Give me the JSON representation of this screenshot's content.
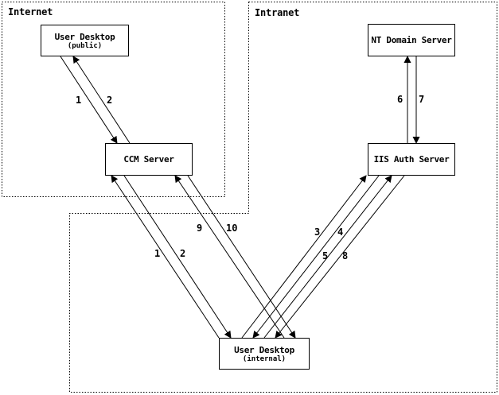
{
  "colors": {
    "ink": "#000000",
    "background": "#ffffff"
  },
  "zones": {
    "internet": "Internet",
    "intranet": "Intranet"
  },
  "nodes": {
    "user_desktop_public": {
      "title": "User Desktop",
      "subtitle": "(public)"
    },
    "ccm_server": {
      "title": "CCM Server"
    },
    "nt_domain_server": {
      "title": "NT Domain Server"
    },
    "iis_auth_server": {
      "title": "IIS Auth Server"
    },
    "user_desktop_internal": {
      "title": "User Desktop",
      "subtitle": "(internal)"
    }
  },
  "steps": {
    "s1_public": "1",
    "s2_public": "2",
    "s1_internal": "1",
    "s2_internal": "2",
    "s9": "9",
    "s10": "10",
    "s3": "3",
    "s4": "4",
    "s5": "5",
    "s8": "8",
    "s6": "6",
    "s7": "7"
  },
  "edges": [
    {
      "step": "1",
      "from": "User Desktop (public)",
      "to": "CCM Server"
    },
    {
      "step": "2",
      "from": "CCM Server",
      "to": "User Desktop (public)"
    },
    {
      "step": "1",
      "from": "User Desktop (internal)",
      "to": "CCM Server"
    },
    {
      "step": "2",
      "from": "CCM Server",
      "to": "User Desktop (internal)"
    },
    {
      "step": "9",
      "from": "User Desktop (internal)",
      "to": "CCM Server"
    },
    {
      "step": "10",
      "from": "CCM Server",
      "to": "User Desktop (internal)"
    },
    {
      "step": "3",
      "from": "User Desktop (internal)",
      "to": "IIS Auth Server"
    },
    {
      "step": "4",
      "from": "IIS Auth Server",
      "to": "User Desktop (internal)"
    },
    {
      "step": "5",
      "from": "User Desktop (internal)",
      "to": "IIS Auth Server"
    },
    {
      "step": "8",
      "from": "IIS Auth Server",
      "to": "User Desktop (internal)"
    },
    {
      "step": "6",
      "from": "IIS Auth Server",
      "to": "NT Domain Server"
    },
    {
      "step": "7",
      "from": "NT Domain Server",
      "to": "IIS Auth Server"
    }
  ]
}
